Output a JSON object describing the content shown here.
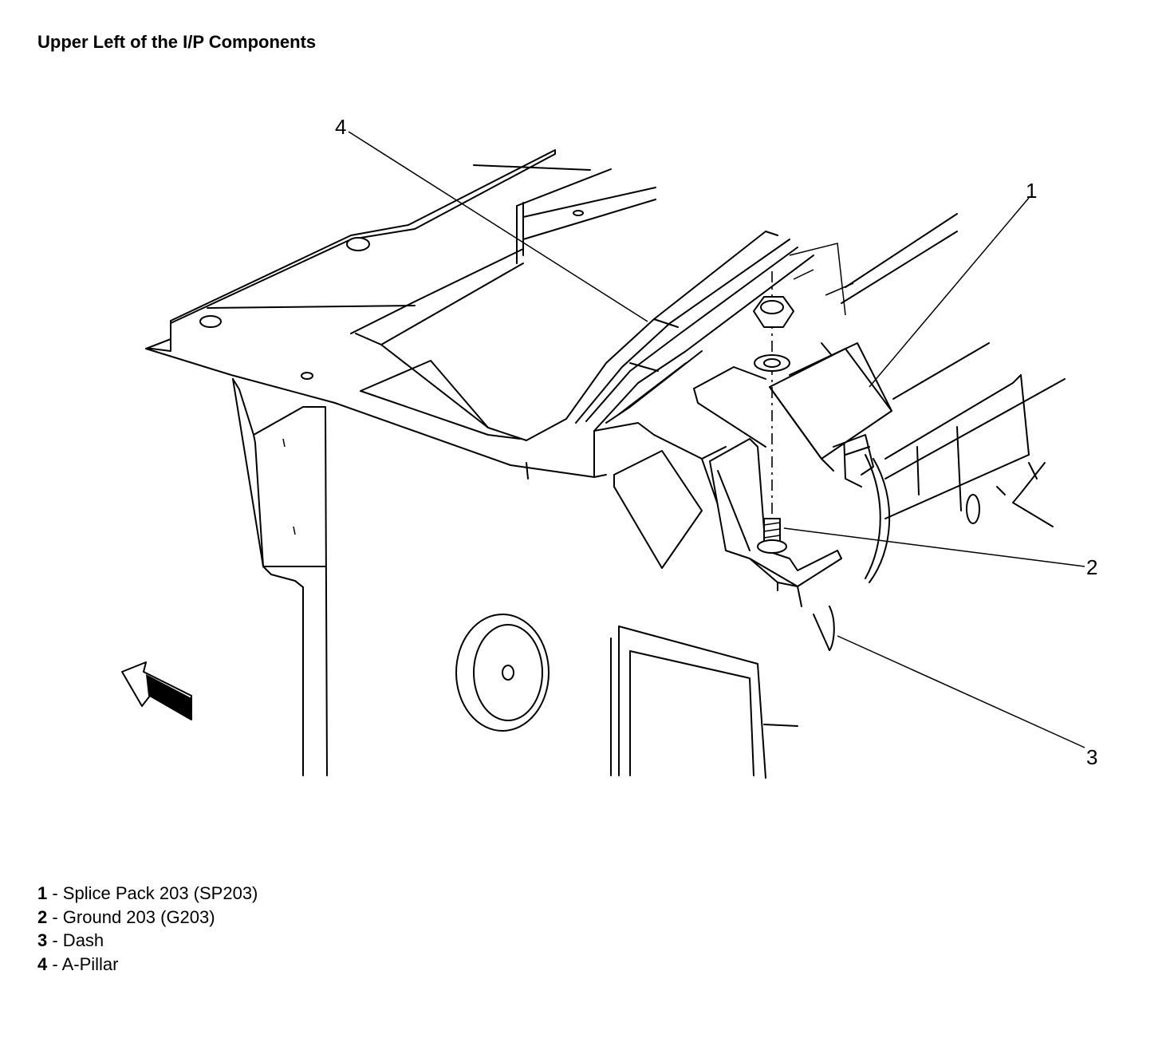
{
  "title": "Upper Left of the I/P Components",
  "callouts": [
    {
      "id": "4",
      "label": "4"
    },
    {
      "id": "1",
      "label": "1"
    },
    {
      "id": "2",
      "label": "2"
    },
    {
      "id": "3",
      "label": "3"
    }
  ],
  "legend": [
    {
      "number": "1",
      "text": " - Splice Pack 203 (SP203)"
    },
    {
      "number": "2",
      "text": " - Ground 203 (G203)"
    },
    {
      "number": "3",
      "text": " - Dash"
    },
    {
      "number": "4",
      "text": " - A-Pillar"
    }
  ]
}
